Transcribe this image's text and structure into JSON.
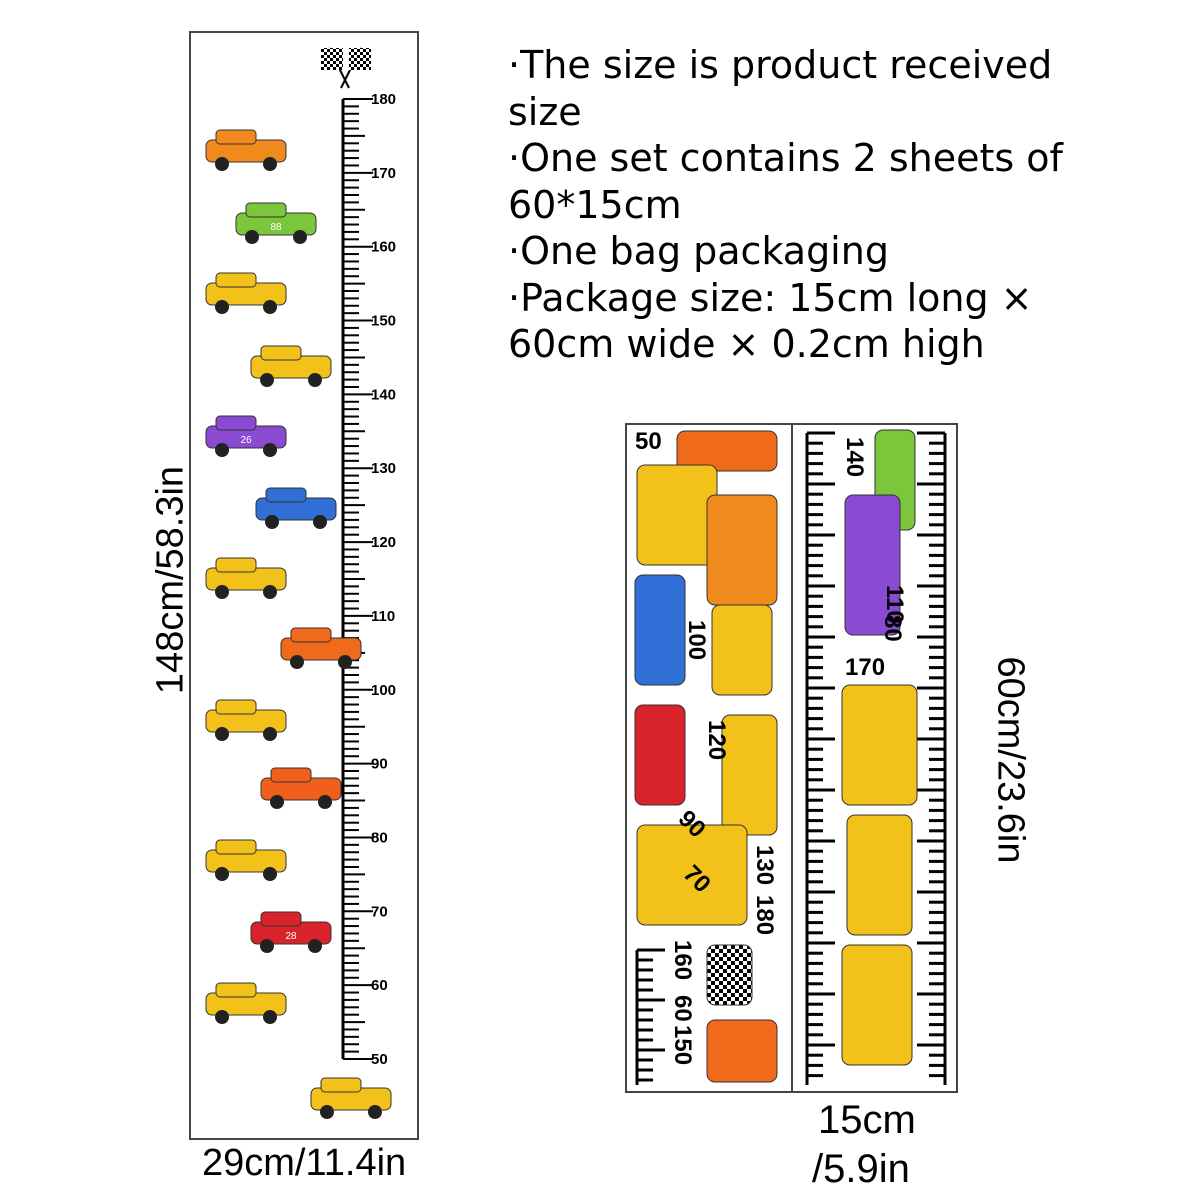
{
  "left_chart": {
    "height_label": "148cm/58.3in",
    "width_label": "29cm/11.4in",
    "ruler_labels": [
      "180",
      "170",
      "160",
      "150",
      "140",
      "130",
      "120",
      "110",
      "100",
      "90",
      "80",
      "70",
      "60",
      "50"
    ],
    "finish_icon": "checkered-flags-icon",
    "vehicles": [
      {
        "name": "orange-suv",
        "color": "#f08a1c"
      },
      {
        "name": "green-race-car",
        "number": "88",
        "color": "#7bc63a"
      },
      {
        "name": "yellow-dump-truck",
        "color": "#f2c21a"
      },
      {
        "name": "yellow-excavator",
        "color": "#f2c21a"
      },
      {
        "name": "purple-race-car",
        "number": "26",
        "color": "#8a4ad1"
      },
      {
        "name": "blue-dump-truck",
        "color": "#2f6fd6"
      },
      {
        "name": "yellow-excavator-2",
        "color": "#f2c21a"
      },
      {
        "name": "orange-forklift",
        "color": "#f06a1c"
      },
      {
        "name": "yellow-cement-mixer",
        "color": "#f2c21a"
      },
      {
        "name": "orange-road-roller",
        "color": "#f0601c"
      },
      {
        "name": "yellow-crane-truck",
        "color": "#f2c21a"
      },
      {
        "name": "red-pickup-truck",
        "number": "28",
        "color": "#d9232a"
      },
      {
        "name": "yellow-wheel-loader",
        "color": "#f2c21a"
      },
      {
        "name": "yellow-dumper",
        "color": "#f2c21a"
      }
    ]
  },
  "info": {
    "lines": [
      "·The size is product received size",
      "·One set contains 2 sheets of 60*15cm",
      "·One bag packaging",
      "·Package size: 15cm long × 60cm wide × 0.2cm high"
    ]
  },
  "right_sheets": {
    "height_label": "60cm/23.6in",
    "width_label_1": "15cm",
    "width_label_2": "/5.9in",
    "numbers": [
      "50",
      "100",
      "120",
      "90",
      "70",
      "160",
      "60",
      "150",
      "130",
      "180",
      "140",
      "110",
      "80",
      "170"
    ]
  }
}
